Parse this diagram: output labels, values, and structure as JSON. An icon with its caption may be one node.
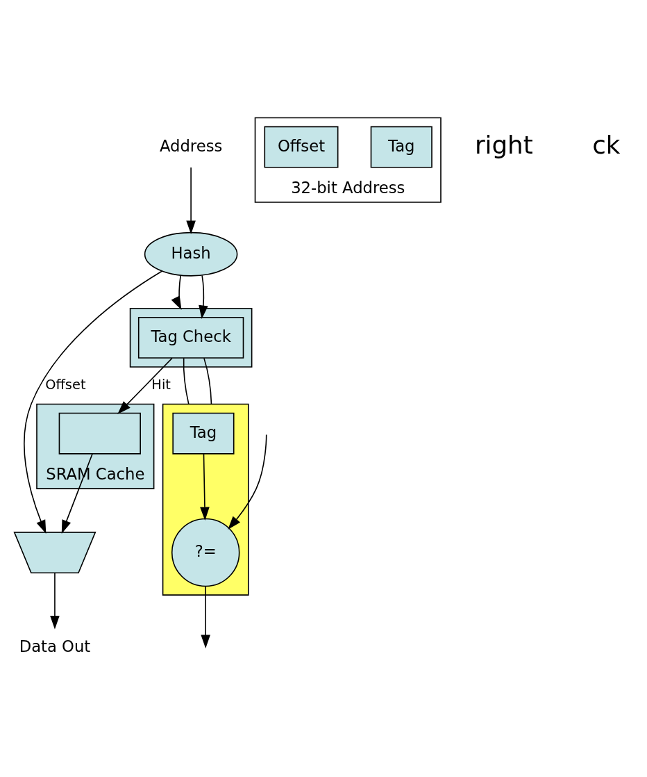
{
  "diagram": {
    "nodes": [
      {
        "text": [
          "Address"
        ]
      },
      {
        "text": [
          "Hash"
        ]
      },
      {
        "text": [],
        "shape": "box"
      },
      {
        "text": [
          "Tag Check"
        ],
        "in": 2
      },
      {
        "text": [
          "SRAM Cache"
        ]
      },
      {
        "text": [],
        "shape": "box",
        "in": 4
      },
      {
        "text": [],
        "shape": "box"
      },
      {
        "text": [
          "Tag"
        ],
        "in": 6
      },
      {
        "text": [
          "?="
        ],
        "in": 6
      },
      {
        "text": [],
        "shape": "trapezoid"
      },
      {
        "text": [
          "Data Out"
        ]
      },
      {
        "text": [
          "32-bit Address"
        ]
      },
      {
        "text": [
          "Tag"
        ],
        "in": 11
      },
      {
        "text": [
          "Offset"
        ],
        "in": 11
      }
    ],
    "edges": [
      {
        "from": 0,
        "to": 1,
        "arrow": "to"
      },
      {
        "from": 1,
        "to": 2,
        "arrow": "to"
      },
      {
        "from": 1,
        "to": 3,
        "arrow": "to"
      },
      {
        "from": 3,
        "to": 5,
        "arrow": "to",
        "label": "Hit"
      },
      {
        "from": 3,
        "to": 6,
        "arrow": "none"
      },
      {
        "from": 3,
        "to": 6,
        "arrow": "none"
      },
      {
        "from": 7,
        "to": 8,
        "arrow": "to"
      },
      {
        "from": null,
        "to": 8,
        "arrow": "to"
      },
      {
        "from": 8,
        "to": null,
        "arrow": "to"
      },
      {
        "from": 5,
        "to": 9,
        "arrow": "to"
      },
      {
        "from": 1,
        "to": 9,
        "arrow": "to",
        "label": "Offset"
      },
      {
        "from": 9,
        "to": 10,
        "arrow": "to"
      }
    ],
    "labels": [
      "right",
      "ck"
    ]
  }
}
